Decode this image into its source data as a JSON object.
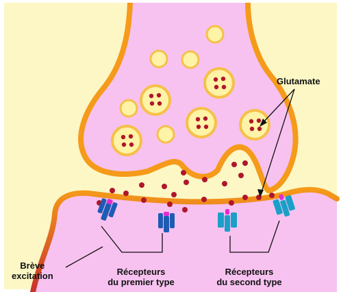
{
  "labels": {
    "glutamate": "Glutamate",
    "breve_excitation": "Brève\nexcitation",
    "receptors_first": "Récepteurs\ndu premier type",
    "receptors_second": "Récepteurs\ndu second type"
  },
  "colors": {
    "background": "#FCF7C5",
    "neuron_fill": "#F7C2F0",
    "membrane": "#F59A1A",
    "vesicle_fill": "#FEF3A6",
    "vesicle_rim": "#F5C04A",
    "glutamate_dot": "#B0162B",
    "receptor_first": "#1E5BB5",
    "receptor_second": "#1AA0C8",
    "receptor_tip": "#E22BD0",
    "edge_red": "#C8322A"
  }
}
